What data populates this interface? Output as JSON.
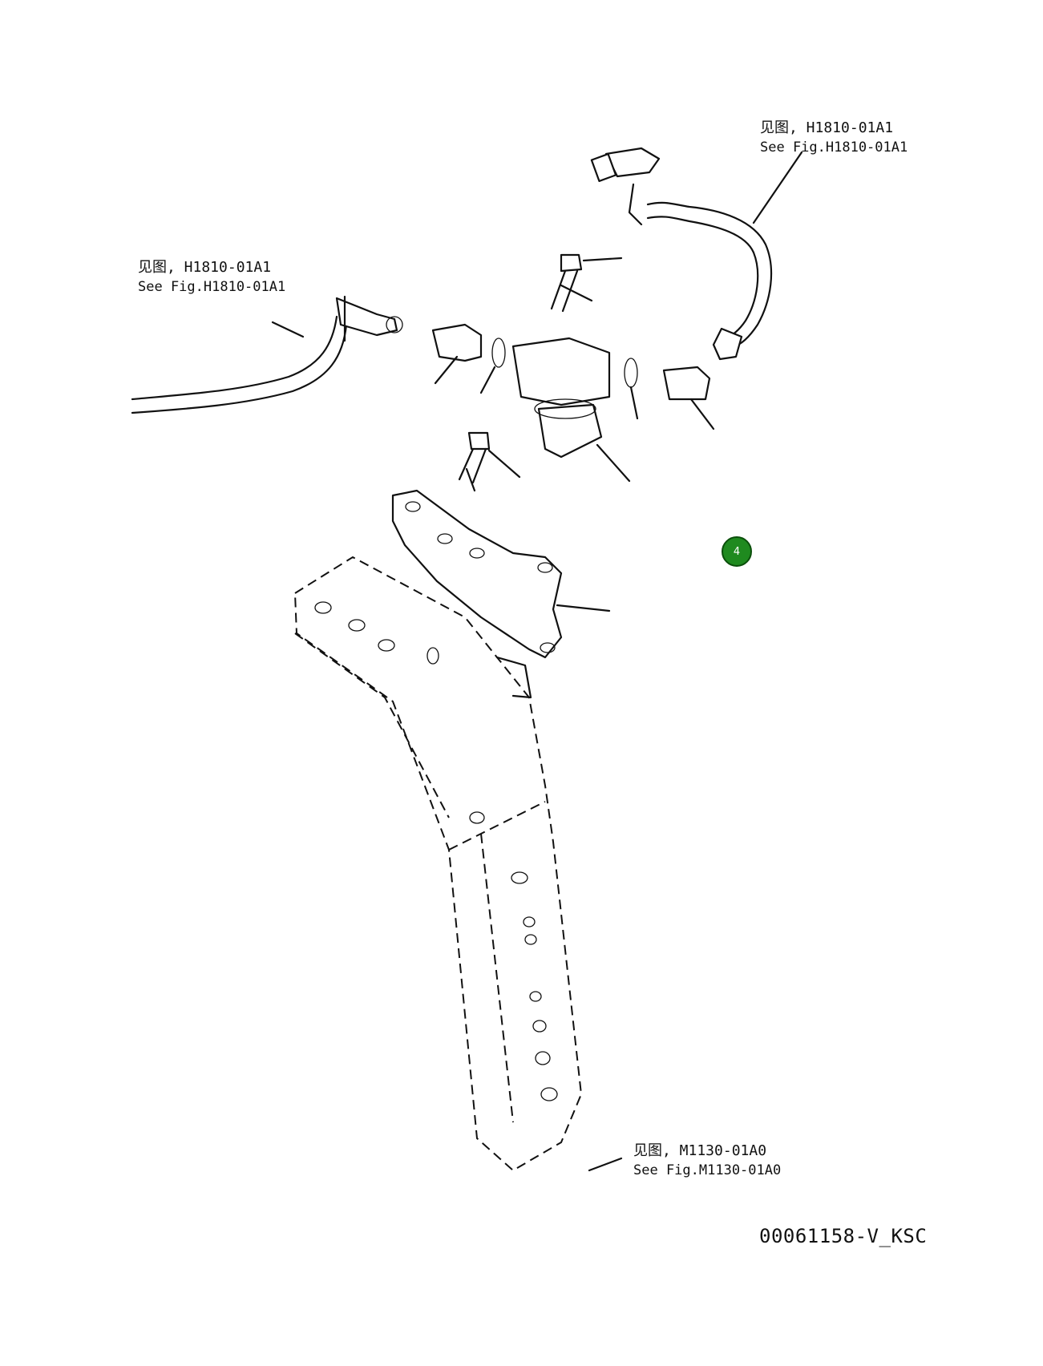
{
  "references": {
    "top_right": {
      "zh": "见图, H1810-01A1",
      "en": "See Fig.H1810-01A1"
    },
    "top_left": {
      "zh": "见图, H1810-01A1",
      "en": "See Fig.H1810-01A1"
    },
    "bottom": {
      "zh": "见图, M1130-01A0",
      "en": "See Fig.M1130-01A0"
    }
  },
  "callout": {
    "label": "4",
    "color": "#1f8a1f"
  },
  "drawing_id": "00061158-V_KSC"
}
